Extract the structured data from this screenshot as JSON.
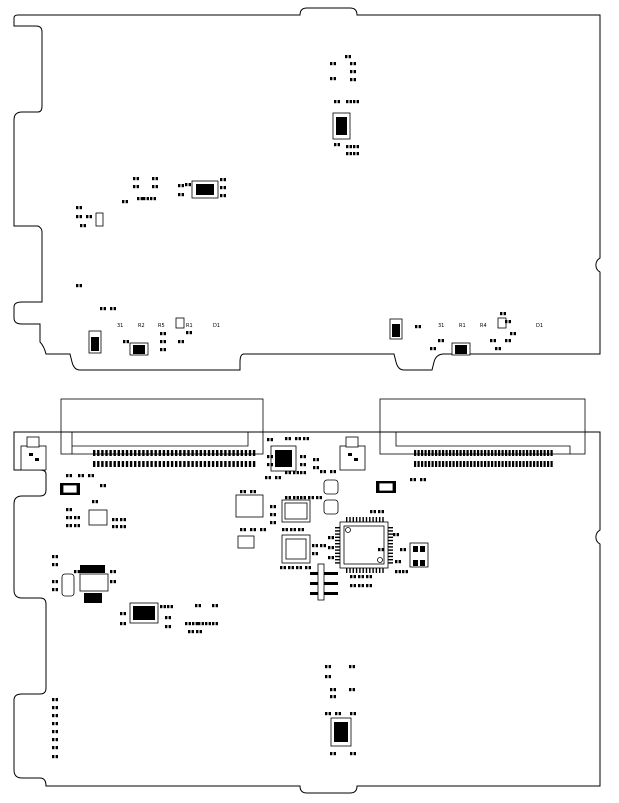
{
  "silkscreen_labels": [
    "31",
    "R2",
    "R5",
    "R1",
    "D1",
    "31",
    "R1",
    "R4",
    "D1"
  ]
}
